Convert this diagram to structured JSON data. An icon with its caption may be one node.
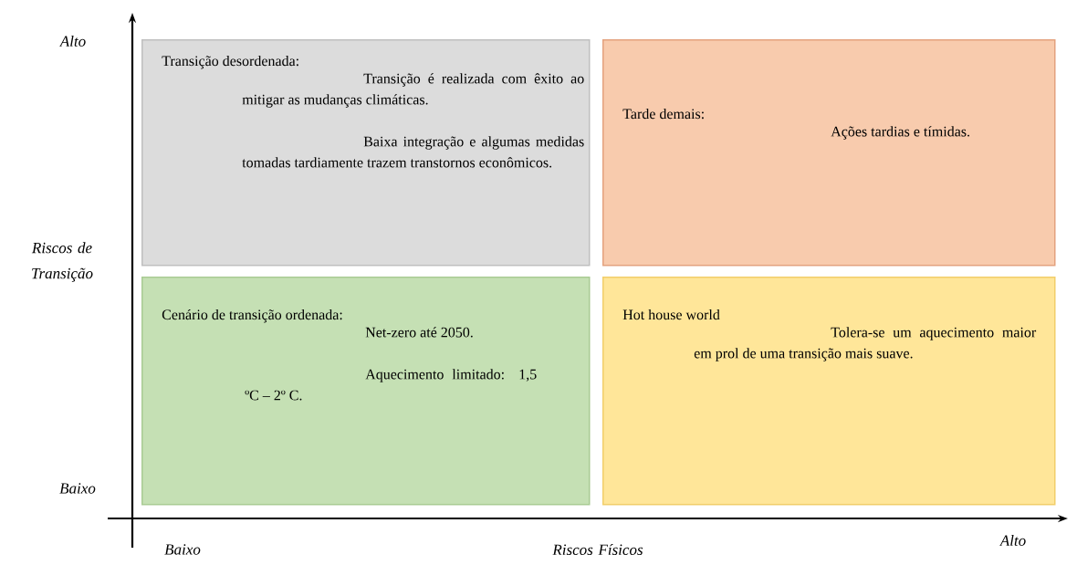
{
  "diagram": {
    "nodes": [
      {
        "text": [
          "Transição desordenada:",
          "Transição é realizada com êxito ao mitigar as mudanças climáticas.",
          "Baixa integração e algumas medidas tomadas tardiamente trazem transtornos econômicos."
        ]
      },
      {
        "text": [
          "Tarde demais:",
          "Ações tardias e tímidas."
        ]
      },
      {
        "text": [
          "Cenário de transição ordenada:",
          "Net-zero até 2050.",
          "Aquecimento limitado: 1,5 ºC – 2º C."
        ]
      },
      {
        "text": [
          "Hot house world",
          "Tolera-se um aquecimento maior em prol de uma transição mais suave."
        ]
      }
    ],
    "labels": [
      "Alto",
      "Riscos de Transição",
      "Baixo",
      "Baixo",
      "Riscos Físicos",
      "Alto"
    ]
  }
}
